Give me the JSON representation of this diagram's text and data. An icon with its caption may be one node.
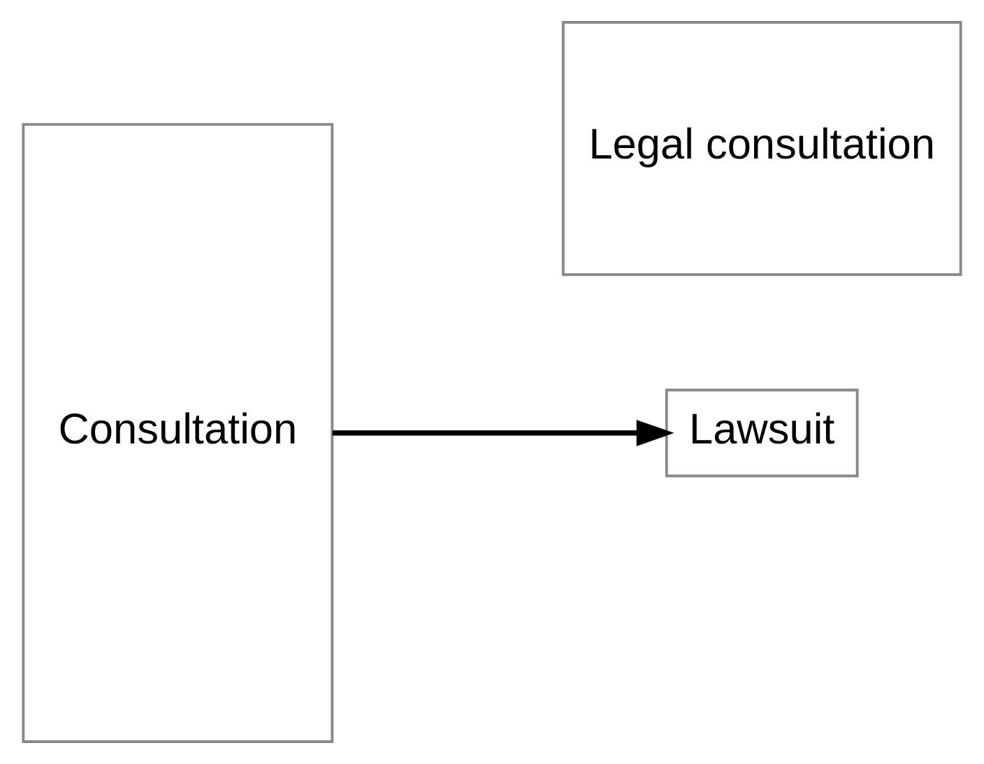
{
  "diagram": {
    "nodes": [
      {
        "text": [
          "Consultation"
        ]
      },
      {
        "text": [
          "Legal consultation"
        ]
      },
      {
        "text": [
          "Lawsuit"
        ]
      }
    ],
    "edges": [
      {
        "from": 0,
        "to": 2,
        "arrow": "to"
      }
    ]
  }
}
